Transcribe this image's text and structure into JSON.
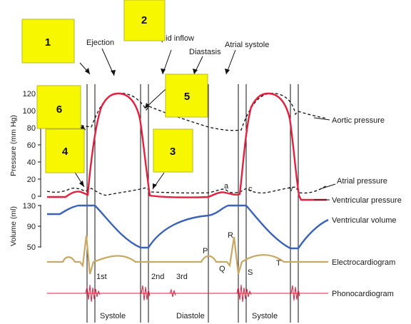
{
  "colors": {
    "pressure_curve": "#e3203f",
    "volume_curve": "#3a63b8",
    "ecg": "#c8a862",
    "phono": "#e3203f",
    "callout_fill": "#f7f700",
    "callout_stroke": "#b9b92a"
  },
  "phase_labels": {
    "ejection": "Ejection",
    "rapid_inflow": "Rapid inflow",
    "diastasis": "Diastasis",
    "atrial_systole": "Atrial systole"
  },
  "callouts": [
    "1",
    "2",
    "3",
    "4",
    "5",
    "6"
  ],
  "pressure_axis": {
    "title": "Pressure (mm Hg)",
    "ticks": [
      "120",
      "100",
      "80",
      "60",
      "40",
      "20",
      "0"
    ]
  },
  "volume_axis": {
    "title": "Volume (ml)",
    "ticks": [
      "130",
      "90",
      "50"
    ]
  },
  "curve_letters": {
    "a": "a",
    "c": "c",
    "v": "v"
  },
  "ecg_letters": {
    "p": "P",
    "q": "Q",
    "r": "R",
    "s": "S",
    "t": "T"
  },
  "heart_sounds": {
    "first": "1st",
    "second": "2nd",
    "third": "3rd"
  },
  "right_labels": {
    "aortic": "Aortic pressure",
    "atrial": "Atrial pressure",
    "ventricular_pressure": "Ventricular pressure",
    "ventricular_volume": "Ventricular volume",
    "ecg": "Electrocardiogram",
    "phono": "Phonocardiogram"
  },
  "bottom_labels": {
    "systole_1": "Systole",
    "diastole": "Diastole",
    "systole_2": "Systole"
  }
}
